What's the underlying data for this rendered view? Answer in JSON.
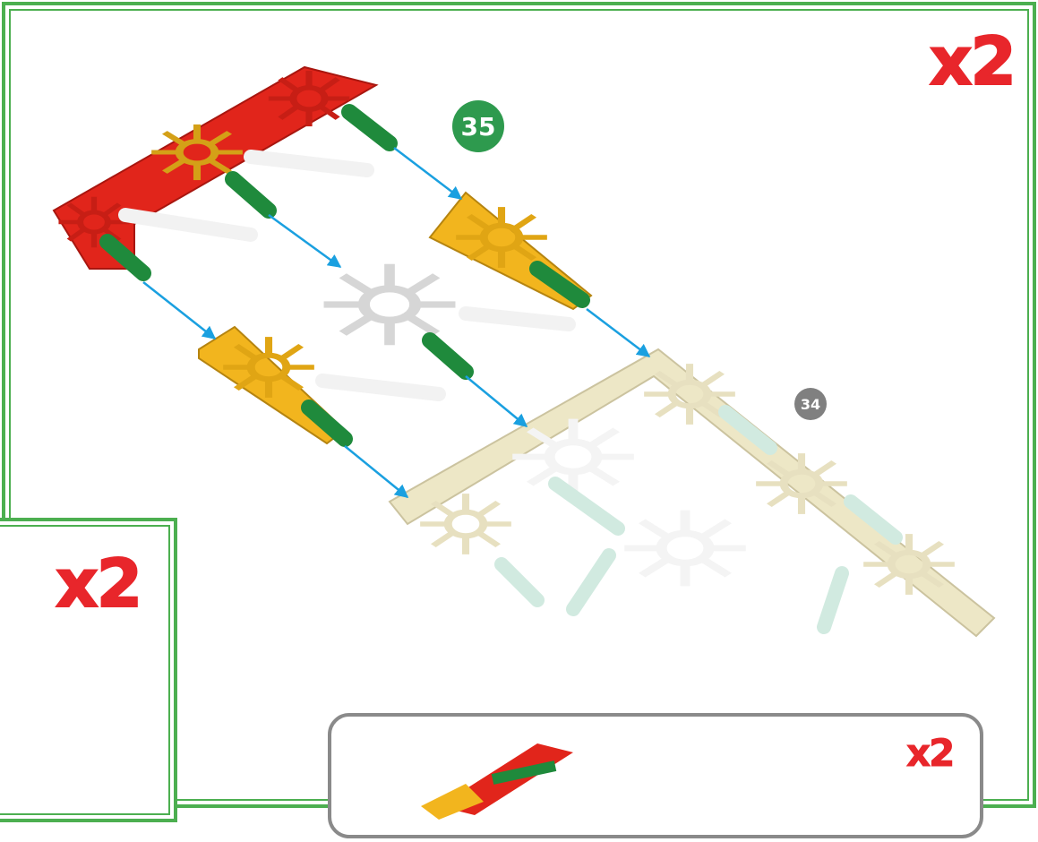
{
  "main": {
    "multiplier": "x2",
    "current_step": "35",
    "previous_step": "34"
  },
  "inset_panel": {
    "multiplier": "x2"
  },
  "callout_panel": {
    "multiplier": "x2"
  },
  "colors": {
    "frame_green": "#4caf50",
    "callout_gray": "#8a8a8a",
    "multiplier_red": "#e8262b",
    "badge_green": "#2e9a4e",
    "badge_gray": "#808080",
    "connector_red": "#e1251b",
    "connector_yellow": "#f2b51e",
    "connector_white": "#e6e6e6",
    "connector_cream": "#ede6c4",
    "rod_green": "#1f8a3c",
    "rod_white": "#f2f2f2",
    "rod_mint": "#cfe9df",
    "arrow_blue": "#1aa0e0"
  },
  "parts": [
    {
      "name": "red-corner-connector-icon",
      "color": "red"
    },
    {
      "name": "yellow-half-connector-icon",
      "color": "yellow"
    },
    {
      "name": "white-full-connector-icon",
      "color": "white"
    },
    {
      "name": "cream-half-connector-icon",
      "color": "cream"
    },
    {
      "name": "green-rod-icon",
      "color": "green"
    },
    {
      "name": "white-rod-icon",
      "color": "white"
    }
  ]
}
